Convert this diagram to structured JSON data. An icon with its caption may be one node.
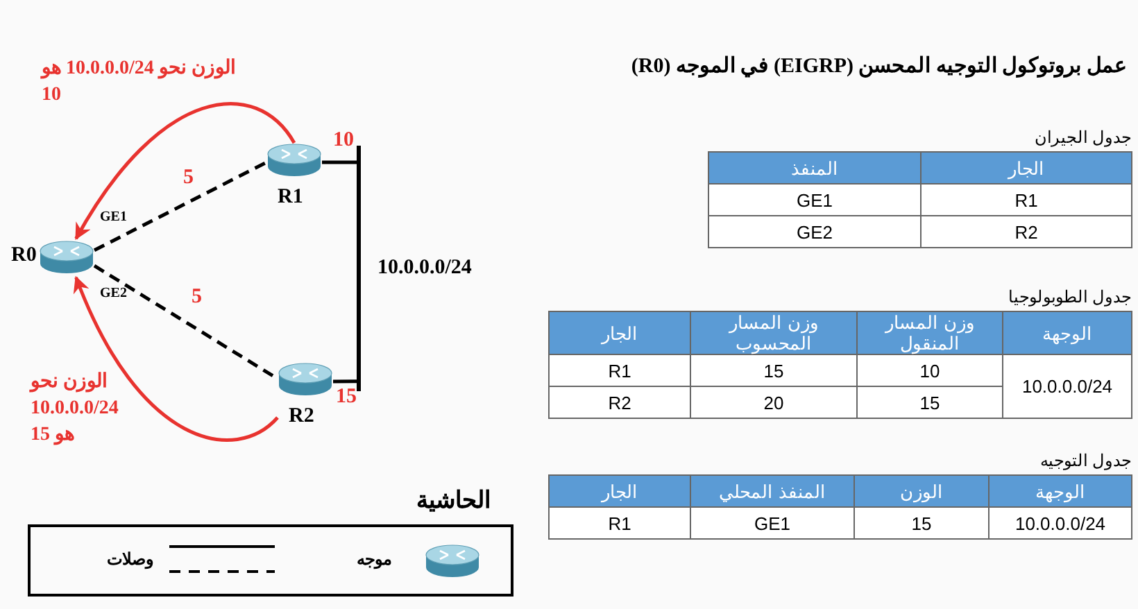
{
  "diagram": {
    "title": "عمل بروتوكول التوجيه المحسن (EIGRP) في الموجه (R0)",
    "nodes": [
      {
        "text": [
          "R0"
        ]
      },
      {
        "text": [
          "R1"
        ]
      },
      {
        "text": [
          "R2"
        ]
      },
      {
        "text": [
          "10.0.0.0/24"
        ]
      }
    ],
    "edges": [
      {
        "from": 0,
        "to": 1,
        "arrow": "none",
        "style": "dashed",
        "label": "5"
      },
      {
        "from": 0,
        "to": 2,
        "arrow": "none",
        "style": "dashed",
        "label": "5"
      },
      {
        "from": 1,
        "to": 3,
        "arrow": "none",
        "label": "10"
      },
      {
        "from": 2,
        "to": 3,
        "arrow": "none",
        "label": "15"
      },
      {
        "from": 1,
        "to": 0,
        "arrow": "to",
        "color": "#e8332f",
        "label": "الوزن نحو 10.0.0.0/24 هو 10"
      },
      {
        "from": 2,
        "to": 0,
        "arrow": "to",
        "color": "#e8332f",
        "label": "الوزن نحو 10.0.0.0/24 هو 15"
      }
    ],
    "labels": [
      "GE1",
      "GE2",
      "الحاشية",
      "جدول الجيران",
      "الجار",
      "المنفذ",
      "R1",
      "GE1",
      "R2",
      "GE2",
      "جدول الطوبولوجيا",
      "الوجهة",
      "وزن المسار المنقول",
      "وزن المسار المحسوب",
      "الجار",
      "10.0.0.0/24",
      "10",
      "15",
      "R1",
      "15",
      "20",
      "R2",
      "جدول التوجيه",
      "الوجهة",
      "الوزن",
      "المنفذ المحلي",
      "الجار",
      "10.0.0.0/24",
      "15",
      "GE1",
      "R1"
    ],
    "legend": [
      {
        "text": "موجه"
      },
      {
        "text": "وصلات"
      }
    ]
  }
}
